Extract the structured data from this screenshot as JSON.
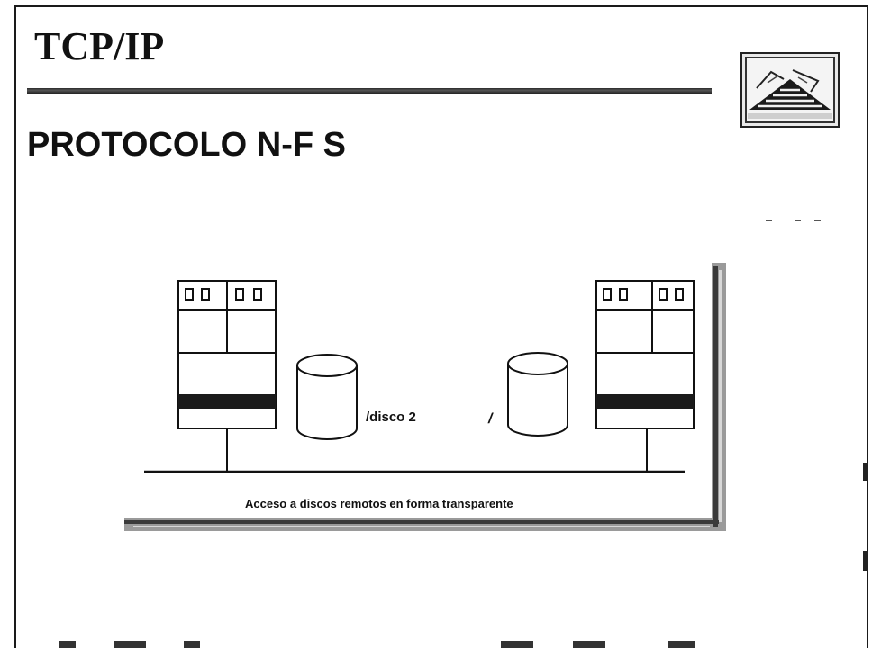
{
  "slide": {
    "title": "TCP/IP",
    "subtitle": "PROTOCOLO N-F S",
    "logo_icon": "pyramid-logo-icon"
  },
  "diagram": {
    "disk_left_label": "/disco 2",
    "disk_right_label": "/",
    "caption": "Acceso a discos remotos en forma transparente",
    "left_server": {
      "icon": "server-rack-icon"
    },
    "right_server": {
      "icon": "server-rack-icon"
    }
  },
  "colors": {
    "ink": "#111111",
    "panel_stripe": "#1a1a1a",
    "speckle": "#8a8a8a"
  }
}
